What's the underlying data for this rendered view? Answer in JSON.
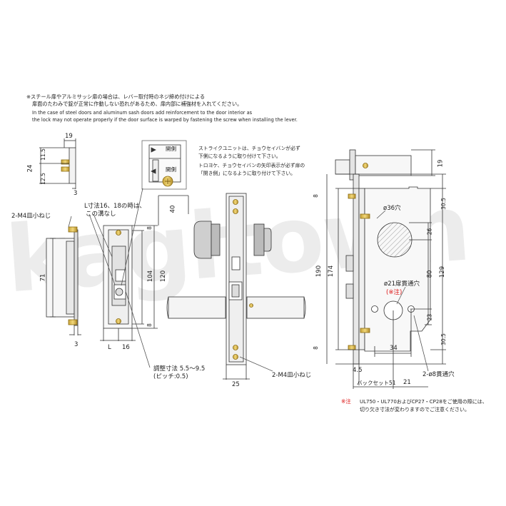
{
  "header_notes": {
    "jp_line1": "※スチール扉やアルミサッシ扉の場合は、レバー取付時のネジ締め付けによる",
    "jp_line2": "扉面のたわみで錠が正常に作動しない恐れがあるため、扉内部に補強材を入れてください。",
    "en_line1": "In the case of steel doors and aluminum sash doors add reinforcement to the door interior as",
    "en_line2": "the lock may not operate properly if the door surface is warped by fastening the screw when installing the lever."
  },
  "strike_note": {
    "line1": "ストライクユニットは、チョウセイバンが必ず",
    "line2": "下側になるように取り付けて下さい。",
    "line3": "トロヨケ、チョウセイバンの矢印表示が必ず扉の",
    "line4": "「開き側」になるように取り付けて下さい。"
  },
  "inset": {
    "label_top": "開側",
    "label_bottom": "開側"
  },
  "left_view": {
    "dim_top_width": "19",
    "dim_115": "11.5",
    "dim_24": "24",
    "dim_125": "12.5",
    "dim_3_top": "3",
    "screw_label": "2-M4皿小ねじ",
    "dim_71": "71",
    "dim_3_bottom": "3"
  },
  "strike_view": {
    "note_line1": "L寸法16、18の時は、",
    "note_line2": "この溝なし",
    "dim_40": "40",
    "dim_8_top": "8",
    "dim_104": "104",
    "dim_120": "120",
    "dim_8_bottom": "8",
    "dim_L": "L",
    "dim_16": "16",
    "adjust_line1": "調整寸法 5.5～9.5",
    "adjust_line2": "(ピッチ:0.5)"
  },
  "center_view": {
    "screw_label": "2-M4皿小ねじ",
    "dim_25": "25"
  },
  "top_right": {
    "dim_19": "19"
  },
  "right_view": {
    "dim_8_top": "8",
    "dim_190": "190",
    "dim_174": "174",
    "dim_8_bottom": "8",
    "dim_305_top": "30.5",
    "dim_26": "26",
    "dim_129": "129",
    "dim_80": "80",
    "dim_23": "23",
    "dim_305_bottom": "30.5",
    "hole36": "ø36穴",
    "hole21": "ø21扉貫通穴",
    "see_note": "(※注)",
    "dim_34": "34",
    "dim_45": "4.5",
    "backset": "バックセット51",
    "dim_21": "21",
    "hole8": "2-ø8貫通穴"
  },
  "footnote": {
    "mark": "※注",
    "line1": "UL750・UL770およびCP27・CP28をご使用の際には、",
    "line2": "切り欠き寸法が変わりますのでご注意ください。"
  },
  "watermark": "kagitown"
}
